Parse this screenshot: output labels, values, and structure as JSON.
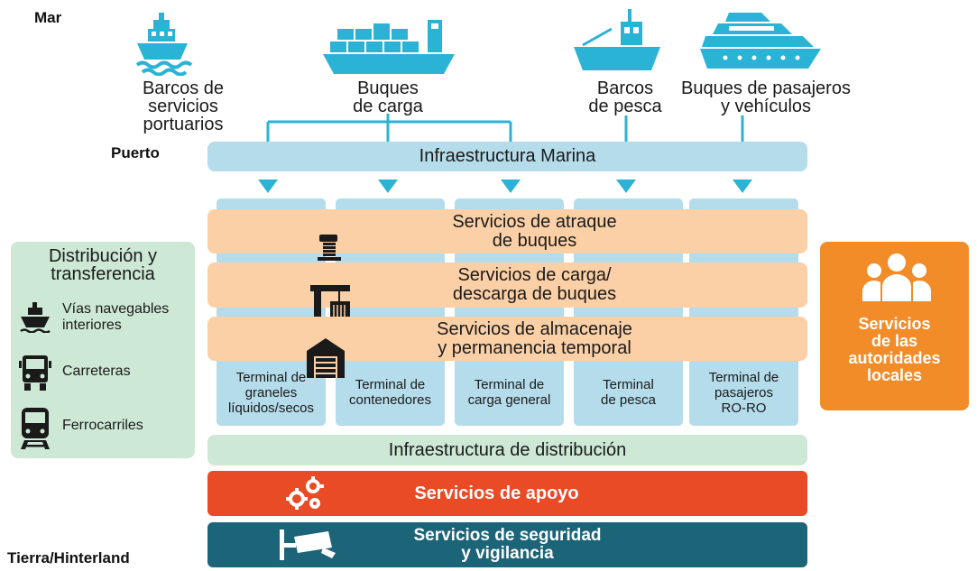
{
  "zones": {
    "sea": "Mar",
    "port": "Puerto",
    "land": "Tierra/Hinterland"
  },
  "vessels": [
    {
      "label": "Barcos de\nservicios portuarios",
      "icon": "tug-boat-icon"
    },
    {
      "label": "Buques\nde carga",
      "icon": "container-ship-icon"
    },
    {
      "label": "Barcos\nde pesca",
      "icon": "fishing-boat-icon"
    },
    {
      "label": "Buques de pasajeros\ny vehículos",
      "icon": "ferry-icon"
    }
  ],
  "marine_infrastructure": "Infraestructura Marina",
  "services": [
    {
      "label": "Servicios de atraque\nde buques",
      "icon": "bollard-icon"
    },
    {
      "label": "Servicios de carga/\ndescarga de buques",
      "icon": "crane-icon"
    },
    {
      "label": "Servicios de almacenaje\ny permanencia temporal",
      "icon": "warehouse-icon"
    }
  ],
  "terminals": [
    "Terminal de\ngraneles\nlíquidos/secos",
    "Terminal de\ncontenedores",
    "Terminal de\ncarga general",
    "Terminal\nde pesca",
    "Terminal de\npasajeros\nRO-RO"
  ],
  "distribution_infrastructure": "Infraestructura de distribución",
  "support_services": "Servicios de apoyo",
  "security_services": "Servicios de seguridad\ny vigilancia",
  "transfer": {
    "title": "Distribución y\ntransferencia",
    "items": [
      {
        "label": "Vías navegables\ninteriores",
        "icon": "ship-icon"
      },
      {
        "label": "Carreteras",
        "icon": "truck-icon"
      },
      {
        "label": "Ferrocarriles",
        "icon": "train-icon"
      }
    ]
  },
  "local_authorities": {
    "label": "Servicios\nde las\nautoridades\nlocales",
    "icon": "people-icon"
  },
  "colors": {
    "sea_blue": "#2bb3d6",
    "infra_blue": "#b5dcea",
    "service_orange": "#fbd0a6",
    "support_red": "#e84b26",
    "security_teal": "#1c6477",
    "distribution_green": "#cde8d4",
    "authority_orange": "#f28c28"
  }
}
